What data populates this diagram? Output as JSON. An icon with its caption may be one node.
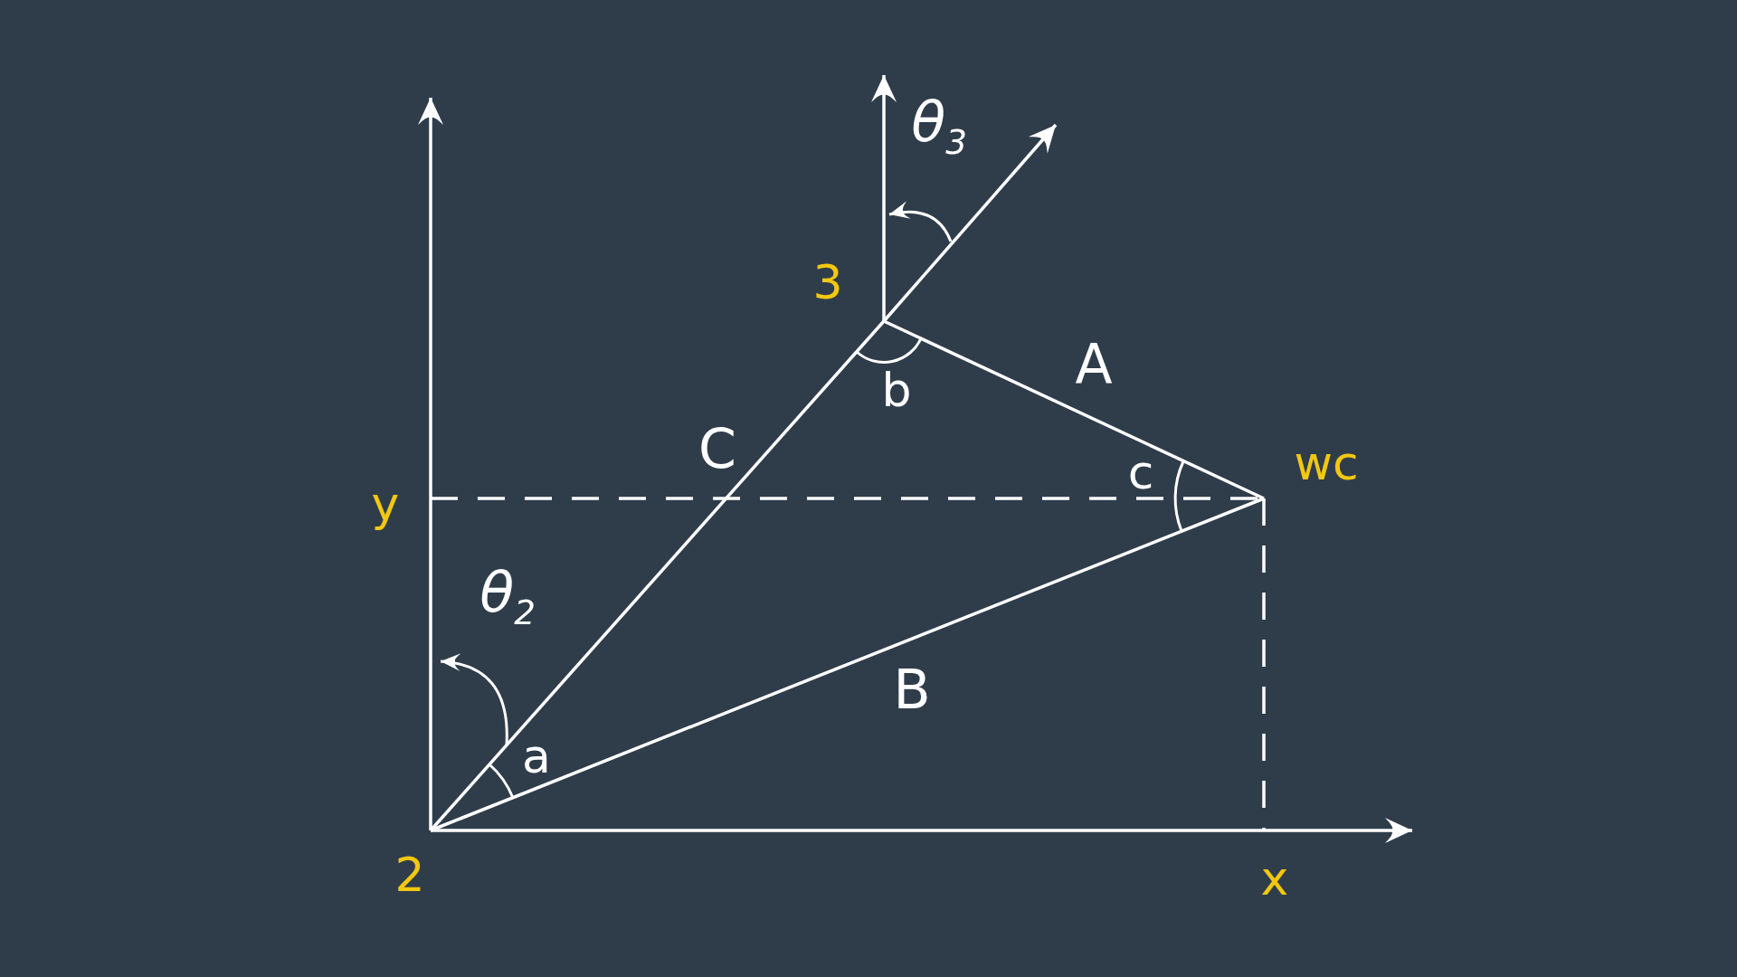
{
  "diagram": {
    "nodes": [
      {
        "text": [
          "2"
        ]
      },
      {
        "text": [
          "3"
        ]
      },
      {
        "text": [
          "wc"
        ]
      }
    ],
    "edges": [
      {
        "from": 0,
        "to": 1,
        "arrow": "none",
        "label": "C"
      },
      {
        "from": 1,
        "to": 2,
        "arrow": "none",
        "label": "A"
      },
      {
        "from": 0,
        "to": 2,
        "arrow": "none",
        "label": "B"
      }
    ],
    "labels": [
      "θ$_{3}$",
      "b",
      "c",
      "y",
      "θ$_{2}$",
      "a",
      "x"
    ]
  }
}
